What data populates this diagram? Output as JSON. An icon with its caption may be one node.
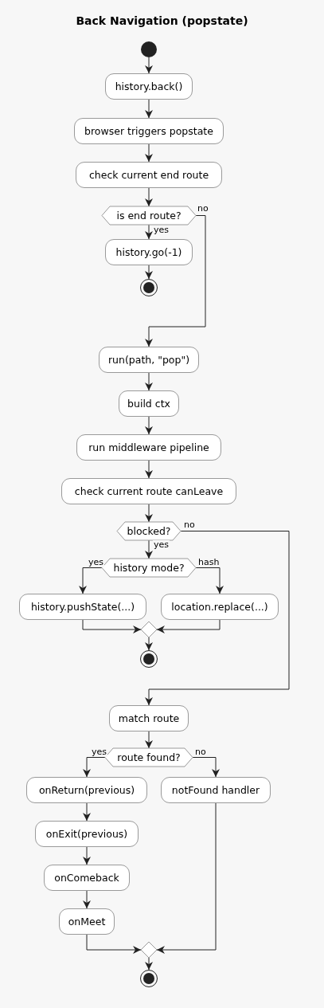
{
  "diagram": {
    "title": "Back Navigation (popstate)",
    "nodes": [
      {
        "text": [],
        "shape": "circle"
      },
      {
        "text": [
          "history.back()"
        ]
      },
      {
        "text": [
          "browser triggers popstate"
        ]
      },
      {
        "text": [
          "check current end route"
        ]
      },
      {
        "text": [
          "is end route?"
        ]
      },
      {
        "text": [
          "history.go(-1)"
        ]
      },
      {
        "text": [],
        "shape": "bullseye"
      },
      {
        "text": [
          "run(path, \"pop\")"
        ]
      },
      {
        "text": [
          "build ctx"
        ]
      },
      {
        "text": [
          "run middleware pipeline"
        ]
      },
      {
        "text": [
          "check current route canLeave"
        ]
      },
      {
        "text": [
          "blocked?"
        ]
      },
      {
        "text": [
          "history mode?"
        ]
      },
      {
        "text": [
          "history.pushState(...)"
        ]
      },
      {
        "text": [
          "location.replace(...)"
        ]
      },
      {
        "text": [],
        "shape": "diamond"
      },
      {
        "text": [],
        "shape": "bullseye"
      },
      {
        "text": [
          "match route"
        ]
      },
      {
        "text": [
          "route found?"
        ]
      },
      {
        "text": [
          "onReturn(previous)"
        ]
      },
      {
        "text": [
          "notFound handler"
        ]
      },
      {
        "text": [
          "onExit(previous)"
        ]
      },
      {
        "text": [
          "onComeback"
        ]
      },
      {
        "text": [
          "onMeet"
        ]
      },
      {
        "text": [],
        "shape": "diamond"
      },
      {
        "text": [],
        "shape": "bullseye"
      }
    ],
    "edges": [
      {
        "from": 0,
        "to": 1,
        "arrow": "to"
      },
      {
        "from": 1,
        "to": 2,
        "arrow": "to"
      },
      {
        "from": 2,
        "to": 3,
        "arrow": "to"
      },
      {
        "from": 3,
        "to": 4,
        "arrow": "to"
      },
      {
        "from": 4,
        "to": 5,
        "arrow": "to",
        "label": "yes"
      },
      {
        "from": 5,
        "to": 6,
        "arrow": "to"
      },
      {
        "from": 4,
        "to": 7,
        "arrow": "to",
        "label": "no"
      },
      {
        "from": 7,
        "to": 8,
        "arrow": "to"
      },
      {
        "from": 8,
        "to": 9,
        "arrow": "to"
      },
      {
        "from": 9,
        "to": 10,
        "arrow": "to"
      },
      {
        "from": 10,
        "to": 11,
        "arrow": "to"
      },
      {
        "from": 11,
        "to": 12,
        "arrow": "to",
        "label": "yes"
      },
      {
        "from": 11,
        "to": 17,
        "arrow": "to",
        "label": "no"
      },
      {
        "from": 12,
        "to": 13,
        "arrow": "to",
        "label": "yes"
      },
      {
        "from": 12,
        "to": 14,
        "arrow": "to",
        "label": "hash"
      },
      {
        "from": 13,
        "to": 15,
        "arrow": "to"
      },
      {
        "from": 14,
        "to": 15,
        "arrow": "to"
      },
      {
        "from": 15,
        "to": 16,
        "arrow": "to"
      },
      {
        "from": 17,
        "to": 18,
        "arrow": "to"
      },
      {
        "from": 18,
        "to": 19,
        "arrow": "to",
        "label": "yes"
      },
      {
        "from": 18,
        "to": 20,
        "arrow": "to",
        "label": "no"
      },
      {
        "from": 19,
        "to": 21,
        "arrow": "to"
      },
      {
        "from": 21,
        "to": 22,
        "arrow": "to"
      },
      {
        "from": 22,
        "to": 23,
        "arrow": "to"
      },
      {
        "from": 23,
        "to": 24,
        "arrow": "to"
      },
      {
        "from": 20,
        "to": 24,
        "arrow": "to"
      },
      {
        "from": 24,
        "to": 25,
        "arrow": "to"
      }
    ]
  }
}
